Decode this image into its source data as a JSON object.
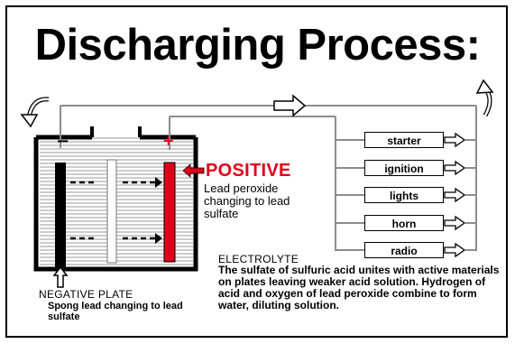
{
  "title": "Discharging Process:",
  "terminals": {
    "negative_symbol": "−",
    "positive_symbol": "+"
  },
  "positive": {
    "label": "POSITIVE",
    "description": "Lead peroxide changing to lead sulfate"
  },
  "negative_plate": {
    "label": "NEGATIVE PLATE",
    "description": "Spong lead changing to lead sulfate"
  },
  "electrolyte": {
    "label": "ELECTROLYTE",
    "description": "The sulfate of sulfuric acid unites with active materials on plates leaving weaker acid solution. Hydrogen of acid and oxygen of lead peroxide combine to form water, diluting solution."
  },
  "loads": [
    "starter",
    "ignition",
    "lights",
    "horn",
    "radio"
  ],
  "colors": {
    "positive_red": "#e0001b",
    "outline": "#000000",
    "electrolyte_lines": "#9a9a9a",
    "wire_gray": "#8c8c8c"
  },
  "icons": [
    "curved-arrow-icon",
    "arrow-right-icon",
    "arrow-up-icon",
    "arrow-left-icon"
  ]
}
